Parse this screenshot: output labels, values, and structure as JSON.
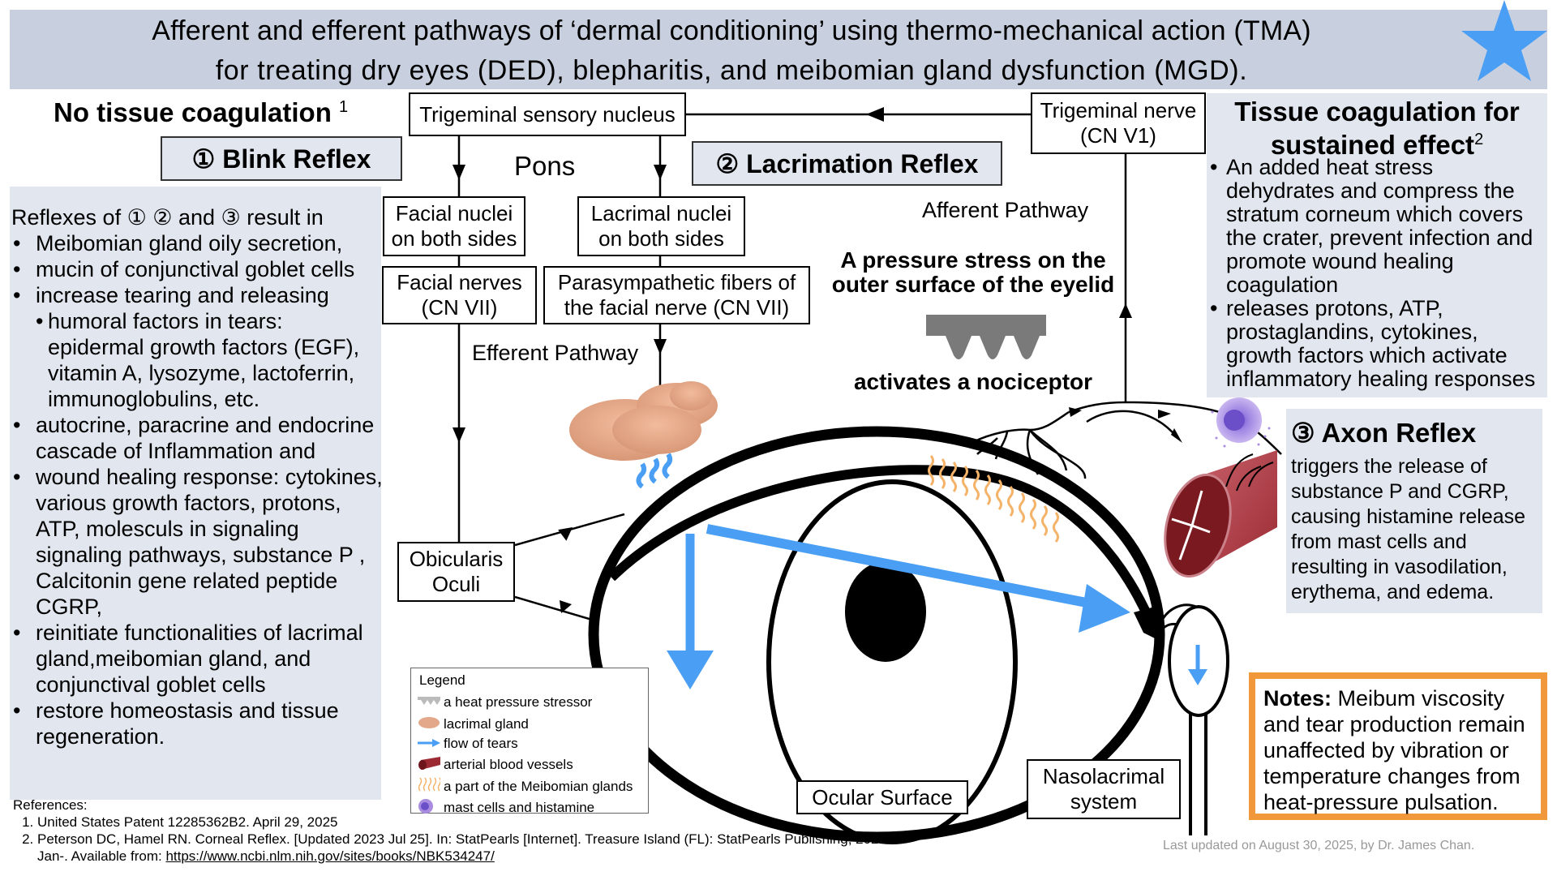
{
  "header": {
    "title_line1": "Afferent and efferent pathways of ‘dermal conditioning’ using thermo-mechanical action (TMA)",
    "title_line2": "for treating dry eyes (DED), blepharitis, and meibomian gland dysfunction (MGD).",
    "star_icon": "star-icon",
    "star_color": "#4A9FF5"
  },
  "left": {
    "heading": "No tissue coagulation",
    "heading_ref": "1",
    "blink_reflex": "① Blink Reflex",
    "intro": "Reflexes of ① ② and ③ result in",
    "items": [
      {
        "text": "Meibomian gland oily secretion,",
        "sub": false
      },
      {
        "text": "mucin of conjunctival goblet cells",
        "sub": false
      },
      {
        "text": "increase tearing and releasing",
        "sub": false
      },
      {
        "text": "humoral factors in tears: epidermal growth factors (EGF), vitamin A, lysozyme, lactoferrin, immunoglobulins, etc.",
        "sub": true
      },
      {
        "text": "autocrine, paracrine and endocrine cascade of Inflammation and",
        "sub": false
      },
      {
        "text": "wound healing response: cytokines, various growth factors, protons, ATP, molesculs in signaling signaling pathways, substance P , Calcitonin gene related peptide CGRP,",
        "sub": false
      },
      {
        "text": "reinitiate functionalities of lacrimal gland,meibomian gland, and conjunctival goblet cells",
        "sub": false
      },
      {
        "text": "restore homeostasis and tissue regeneration.",
        "sub": false
      }
    ]
  },
  "flow": {
    "trigeminal_nucleus": "Trigeminal sensory nucleus",
    "pons": "Pons",
    "lacrimation_reflex": "② Lacrimation Reflex",
    "facial_nuclei": "Facial nuclei on both sides",
    "lacrimal_nuclei": "Lacrimal nuclei on both sides",
    "facial_nerves": "Facial nerves (CN VII)",
    "parasympathetic": "Parasympathetic fibers of the facial nerve (CN VII)",
    "efferent": "Efferent Pathway",
    "afferent": "Afferent Pathway",
    "trigeminal_nerve": "Trigeminal nerve (CN V1)",
    "pressure_stress": "A pressure stress on the outer surface of the eyelid",
    "nociceptor": "activates a nociceptor",
    "obicularis": "Obicularis Oculi",
    "ocular_surface": "Ocular Surface",
    "nasolacrimal": "Nasolacrimal system"
  },
  "right": {
    "heading": "Tissue coagulation for sustained effect",
    "heading_ref": "2",
    "items": [
      "An added heat stress dehydrates and compress the stratum corneum which covers the crater, prevent infection and promote wound healing coagulation",
      "releases protons, ATP, prostaglandins, cytokines, growth factors which activate inflammatory healing responses"
    ],
    "axon_title": "③ Axon Reflex",
    "axon_text": "triggers the release of substance P and CGRP, causing histamine release from mast cells and resulting in vasodilation, erythema, and edema.",
    "notes_label": "Notes:",
    "notes_text": " Meibum viscosity and tear production remain unaffected by vibration or temperature changes from heat-pressure pulsation.",
    "notes_border_color": "#F0983A"
  },
  "legend": {
    "title": "Legend",
    "items": [
      {
        "icon": "heat-pressure-stressor-icon",
        "label": "a heat pressure stressor"
      },
      {
        "icon": "lacrimal-gland-icon",
        "label": "lacrimal gland"
      },
      {
        "icon": "flow-of-tears-icon",
        "label": "flow of tears"
      },
      {
        "icon": "arterial-blood-vessel-icon",
        "label": "arterial blood vessels"
      },
      {
        "icon": "meibomian-gland-icon",
        "label": "a part of the Meibomian glands"
      },
      {
        "icon": "mast-cell-icon",
        "label": "mast cells and histamine"
      }
    ]
  },
  "references": {
    "title": "References:",
    "items": [
      {
        "text": "United States Patent 12285362B2. April 29, 2025",
        "link": ""
      },
      {
        "text": "Peterson DC, Hamel RN. Corneal Reflex. [Updated 2023 Jul 25]. In: StatPearls [Internet]. Treasure Island (FL): StatPearls Publishing; 2025 Jan-. Available from: ",
        "link": "https://www.ncbi.nlm.nih.gov/sites/books/NBK534247/"
      }
    ]
  },
  "footer": {
    "updated": "Last updated on August 30,  2025, by Dr. James Chan."
  },
  "colors": {
    "tears_blue": "#4A9FF5",
    "header_bg": "#C8D0DF",
    "panel_bg": "#E1E6EF",
    "gland_tan": "#E3A789",
    "meibomian_orange": "#F5B36A",
    "vessel_red": "#8B1E24",
    "mast_purple": "#A98BE0"
  }
}
